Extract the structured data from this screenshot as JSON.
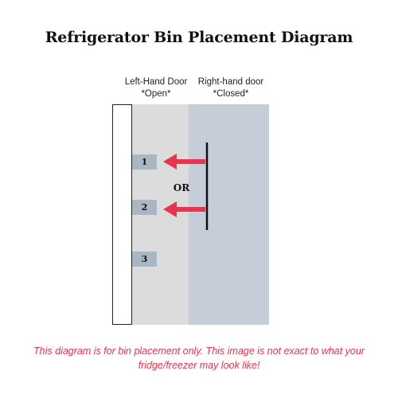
{
  "title": "Refrigerator Bin Placement Diagram",
  "doors": {
    "left": {
      "name": "Left-Hand Door",
      "state": "*Open*"
    },
    "right": {
      "name": "Right-hand door",
      "state": "*Closed*"
    }
  },
  "bins": [
    "1",
    "2",
    "3"
  ],
  "connector": "OR",
  "disclaimer": "This diagram is for bin placement only. This image is not exact to what your fridge/freezer may look like!",
  "colors": {
    "left_door": "#dcdcdc",
    "right_door": "#c5ced8",
    "bin": "#a9b6c3",
    "arrow": "#e8344e",
    "disclaimer": "#e8344e"
  }
}
